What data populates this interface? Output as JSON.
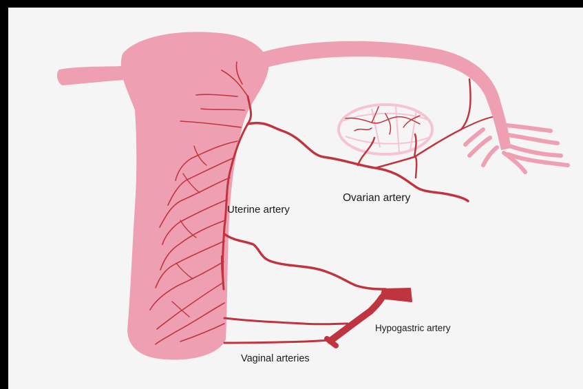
{
  "diagram": {
    "labels": {
      "uterine": "Uterine artery",
      "ovarian": "Ovarian artery",
      "hypogastric": "Hypogastric artery",
      "vaginal": "Vaginal arteries"
    },
    "colors": {
      "tissue": "#ee9fb2",
      "ovary_outline": "#f5c3d1",
      "artery": "#c0343f",
      "background": "#f5f5f5",
      "frame": "#000000"
    }
  }
}
